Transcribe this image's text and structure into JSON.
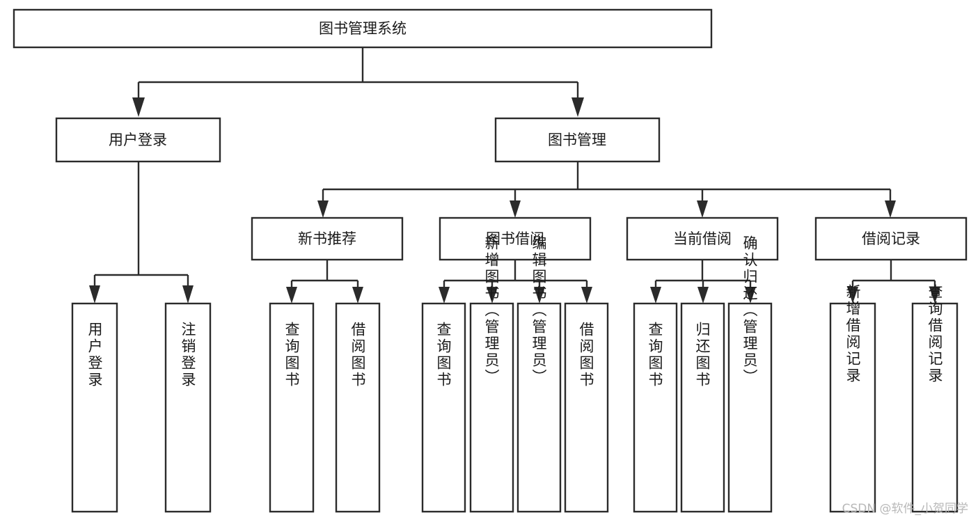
{
  "diagram": {
    "type": "tree",
    "title": "图书管理系统",
    "watermark": "CSDN @软件_小贺同学",
    "colors": {
      "box_stroke": "#2b2b2b",
      "box_fill": "#ffffff",
      "text": "#1a1a1a",
      "background": "#ffffff",
      "watermark": "#b8b8b8"
    },
    "root": {
      "label": "图书管理系统"
    },
    "level2": [
      {
        "label": "用户登录"
      },
      {
        "label": "图书管理"
      }
    ],
    "level3": [
      {
        "label": "新书推荐"
      },
      {
        "label": "图书借阅"
      },
      {
        "label": "当前借阅"
      },
      {
        "label": "借阅记录"
      }
    ],
    "leaves": {
      "user_login": [
        {
          "label": "用户登录"
        },
        {
          "label": "注销登录"
        }
      ],
      "new_book_recommend": [
        {
          "label": "查询图书"
        },
        {
          "label": "借阅图书"
        }
      ],
      "book_borrow": [
        {
          "label": "查询图书"
        },
        {
          "label": "新增图书（管理员）"
        },
        {
          "label": "编辑图书（管理员）"
        },
        {
          "label": "借阅图书"
        }
      ],
      "current_borrow": [
        {
          "label": "查询图书"
        },
        {
          "label": "归还图书"
        },
        {
          "label": "确认归还（管理员）"
        }
      ],
      "borrow_record": [
        {
          "label": "新增借阅记录"
        },
        {
          "label": "查询借阅记录"
        }
      ]
    }
  }
}
